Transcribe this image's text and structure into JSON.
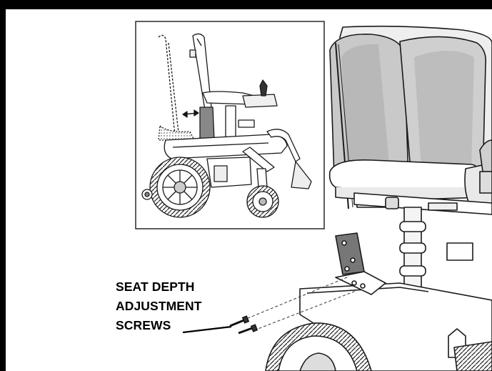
{
  "callout": {
    "line1": "SEAT DEPTH",
    "line2": "ADJUSTMENT",
    "line3": "SCREWS"
  },
  "colors": {
    "frame": "#000000",
    "line": "#1a1a1a",
    "fill": "#ffffff",
    "shade": "#d9d9d9",
    "dark": "#5a5a5a"
  },
  "icons": {
    "inset": "wheelchair-side-view-icon",
    "main": "power-wheelchair-seat-detail-icon",
    "screw": "screw-icon"
  }
}
